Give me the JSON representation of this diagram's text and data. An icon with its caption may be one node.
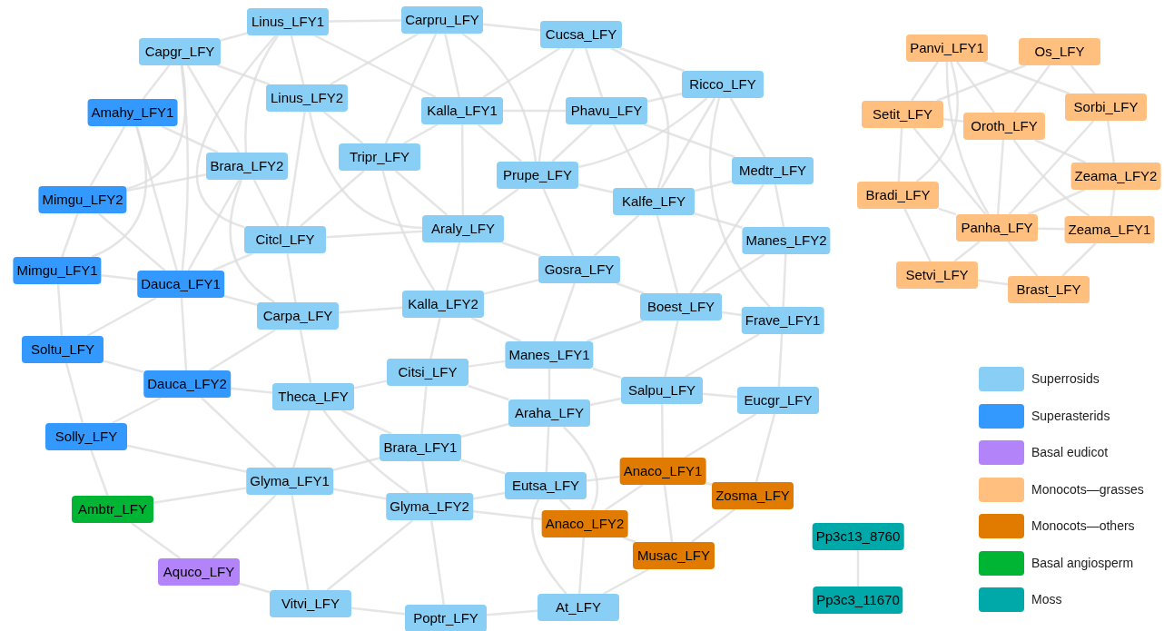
{
  "diagram": {
    "nodes": [
      {
        "text": [
          "Linus_LFY1"
        ]
      },
      {
        "text": [
          "Carpru_LFY"
        ]
      },
      {
        "text": [
          "Cucsa_LFY"
        ]
      },
      {
        "text": [
          "Capgr_LFY"
        ]
      },
      {
        "text": [
          "Ricco_LFY"
        ]
      },
      {
        "text": [
          "Amahy_LFY1"
        ]
      },
      {
        "text": [
          "Linus_LFY2"
        ]
      },
      {
        "text": [
          "Kalla_LFY1"
        ]
      },
      {
        "text": [
          "Phavu_LFY"
        ]
      },
      {
        "text": [
          "Brara_LFY2"
        ]
      },
      {
        "text": [
          "Tripr_LFY"
        ]
      },
      {
        "text": [
          "Prupe_LFY"
        ]
      },
      {
        "text": [
          "Medtr_LFY"
        ]
      },
      {
        "text": [
          "Mimgu_LFY2"
        ]
      },
      {
        "text": [
          "Kalfe_LFY"
        ]
      },
      {
        "text": [
          "Araly_LFY"
        ]
      },
      {
        "text": [
          "Citcl_LFY"
        ]
      },
      {
        "text": [
          "Manes_LFY2"
        ]
      },
      {
        "text": [
          "Mimgu_LFY1"
        ]
      },
      {
        "text": [
          "Dauca_LFY1"
        ]
      },
      {
        "text": [
          "Gosra_LFY"
        ]
      },
      {
        "text": [
          "Kalla_LFY2"
        ]
      },
      {
        "text": [
          "Carpa_LFY"
        ]
      },
      {
        "text": [
          "Boest_LFY"
        ]
      },
      {
        "text": [
          "Frave_LFY1"
        ]
      },
      {
        "text": [
          "Soltu_LFY"
        ]
      },
      {
        "text": [
          "Manes_LFY1"
        ]
      },
      {
        "text": [
          "Citsi_LFY"
        ]
      },
      {
        "text": [
          "Dauca_LFY2"
        ]
      },
      {
        "text": [
          "Theca_LFY"
        ]
      },
      {
        "text": [
          "Salpu_LFY"
        ]
      },
      {
        "text": [
          "Eucgr_LFY"
        ]
      },
      {
        "text": [
          "Araha_LFY"
        ]
      },
      {
        "text": [
          "Solly_LFY"
        ]
      },
      {
        "text": [
          "Brara_LFY1"
        ]
      },
      {
        "text": [
          "Glyma_LFY1"
        ]
      },
      {
        "text": [
          "Anaco_LFY1"
        ]
      },
      {
        "text": [
          "Eutsa_LFY"
        ]
      },
      {
        "text": [
          "Zosma_LFY"
        ]
      },
      {
        "text": [
          "Ambtr_LFY"
        ]
      },
      {
        "text": [
          "Glyma_LFY2"
        ]
      },
      {
        "text": [
          "Anaco_LFY2"
        ]
      },
      {
        "text": [
          "Musac_LFY"
        ]
      },
      {
        "text": [
          "Aquco_LFY"
        ]
      },
      {
        "text": [
          "Vitvi_LFY"
        ]
      },
      {
        "text": [
          "Poptr_LFY"
        ]
      },
      {
        "text": [
          "At_LFY"
        ]
      },
      {
        "text": [
          "Panvi_LFY1"
        ]
      },
      {
        "text": [
          "Os_LFY"
        ]
      },
      {
        "text": [
          "Setit_LFY"
        ]
      },
      {
        "text": [
          "Oroth_LFY"
        ]
      },
      {
        "text": [
          "Sorbi_LFY"
        ]
      },
      {
        "text": [
          "Zeama_LFY2"
        ]
      },
      {
        "text": [
          "Bradi_LFY"
        ]
      },
      {
        "text": [
          "Panha_LFY"
        ]
      },
      {
        "text": [
          "Zeama_LFY1"
        ]
      },
      {
        "text": [
          "Setvi_LFY"
        ]
      },
      {
        "text": [
          "Brast_LFY"
        ]
      },
      {
        "text": [
          "Pp3c13_8760"
        ]
      },
      {
        "text": [
          "Pp3c3_11670"
        ]
      }
    ],
    "edges": [
      {
        "from": 0,
        "to": 3,
        "arrow": "none"
      },
      {
        "from": 0,
        "to": 6,
        "arrow": "none"
      },
      {
        "from": 0,
        "to": 1,
        "arrow": "none"
      },
      {
        "from": 0,
        "to": 7,
        "arrow": "none"
      },
      {
        "from": 0,
        "to": 9,
        "arrow": "none"
      },
      {
        "from": 0,
        "to": 16,
        "arrow": "none"
      },
      {
        "from": 1,
        "to": 2,
        "arrow": "none"
      },
      {
        "from": 1,
        "to": 7,
        "arrow": "none"
      },
      {
        "from": 1,
        "to": 6,
        "arrow": "none"
      },
      {
        "from": 1,
        "to": 10,
        "arrow": "none"
      },
      {
        "from": 1,
        "to": 11,
        "arrow": "none"
      },
      {
        "from": 2,
        "to": 4,
        "arrow": "none"
      },
      {
        "from": 2,
        "to": 8,
        "arrow": "none"
      },
      {
        "from": 2,
        "to": 7,
        "arrow": "none"
      },
      {
        "from": 2,
        "to": 11,
        "arrow": "none"
      },
      {
        "from": 2,
        "to": 14,
        "arrow": "none"
      },
      {
        "from": 3,
        "to": 5,
        "arrow": "none"
      },
      {
        "from": 3,
        "to": 6,
        "arrow": "none"
      },
      {
        "from": 3,
        "to": 9,
        "arrow": "none"
      },
      {
        "from": 3,
        "to": 13,
        "arrow": "none"
      },
      {
        "from": 3,
        "to": 19,
        "arrow": "none"
      },
      {
        "from": 4,
        "to": 8,
        "arrow": "none"
      },
      {
        "from": 4,
        "to": 12,
        "arrow": "none"
      },
      {
        "from": 4,
        "to": 14,
        "arrow": "none"
      },
      {
        "from": 4,
        "to": 11,
        "arrow": "none"
      },
      {
        "from": 4,
        "to": 24,
        "arrow": "none"
      },
      {
        "from": 5,
        "to": 13,
        "arrow": "none"
      },
      {
        "from": 5,
        "to": 9,
        "arrow": "none"
      },
      {
        "from": 5,
        "to": 18,
        "arrow": "none"
      },
      {
        "from": 5,
        "to": 19,
        "arrow": "none"
      },
      {
        "from": 6,
        "to": 10,
        "arrow": "none"
      },
      {
        "from": 6,
        "to": 16,
        "arrow": "none"
      },
      {
        "from": 6,
        "to": 15,
        "arrow": "none"
      },
      {
        "from": 7,
        "to": 10,
        "arrow": "none"
      },
      {
        "from": 7,
        "to": 11,
        "arrow": "none"
      },
      {
        "from": 7,
        "to": 15,
        "arrow": "none"
      },
      {
        "from": 7,
        "to": 8,
        "arrow": "none"
      },
      {
        "from": 8,
        "to": 11,
        "arrow": "none"
      },
      {
        "from": 8,
        "to": 14,
        "arrow": "none"
      },
      {
        "from": 8,
        "to": 12,
        "arrow": "none"
      },
      {
        "from": 9,
        "to": 16,
        "arrow": "none"
      },
      {
        "from": 9,
        "to": 13,
        "arrow": "none"
      },
      {
        "from": 9,
        "to": 19,
        "arrow": "none"
      },
      {
        "from": 9,
        "to": 22,
        "arrow": "none"
      },
      {
        "from": 10,
        "to": 15,
        "arrow": "none"
      },
      {
        "from": 10,
        "to": 16,
        "arrow": "none"
      },
      {
        "from": 10,
        "to": 21,
        "arrow": "none"
      },
      {
        "from": 11,
        "to": 15,
        "arrow": "none"
      },
      {
        "from": 11,
        "to": 20,
        "arrow": "none"
      },
      {
        "from": 11,
        "to": 14,
        "arrow": "none"
      },
      {
        "from": 12,
        "to": 17,
        "arrow": "none"
      },
      {
        "from": 12,
        "to": 14,
        "arrow": "none"
      },
      {
        "from": 12,
        "to": 23,
        "arrow": "none"
      },
      {
        "from": 13,
        "to": 18,
        "arrow": "none"
      },
      {
        "from": 13,
        "to": 19,
        "arrow": "none"
      },
      {
        "from": 14,
        "to": 17,
        "arrow": "none"
      },
      {
        "from": 14,
        "to": 20,
        "arrow": "none"
      },
      {
        "from": 14,
        "to": 23,
        "arrow": "none"
      },
      {
        "from": 15,
        "to": 20,
        "arrow": "none"
      },
      {
        "from": 15,
        "to": 21,
        "arrow": "none"
      },
      {
        "from": 15,
        "to": 16,
        "arrow": "none"
      },
      {
        "from": 16,
        "to": 22,
        "arrow": "none"
      },
      {
        "from": 16,
        "to": 19,
        "arrow": "none"
      },
      {
        "from": 17,
        "to": 24,
        "arrow": "none"
      },
      {
        "from": 17,
        "to": 23,
        "arrow": "none"
      },
      {
        "from": 18,
        "to": 25,
        "arrow": "none"
      },
      {
        "from": 18,
        "to": 19,
        "arrow": "none"
      },
      {
        "from": 19,
        "to": 22,
        "arrow": "none"
      },
      {
        "from": 19,
        "to": 28,
        "arrow": "none"
      },
      {
        "from": 19,
        "to": 25,
        "arrow": "none"
      },
      {
        "from": 20,
        "to": 23,
        "arrow": "none"
      },
      {
        "from": 20,
        "to": 26,
        "arrow": "none"
      },
      {
        "from": 20,
        "to": 21,
        "arrow": "none"
      },
      {
        "from": 21,
        "to": 27,
        "arrow": "none"
      },
      {
        "from": 21,
        "to": 22,
        "arrow": "none"
      },
      {
        "from": 21,
        "to": 26,
        "arrow": "none"
      },
      {
        "from": 22,
        "to": 29,
        "arrow": "none"
      },
      {
        "from": 22,
        "to": 28,
        "arrow": "none"
      },
      {
        "from": 23,
        "to": 24,
        "arrow": "none"
      },
      {
        "from": 23,
        "to": 30,
        "arrow": "none"
      },
      {
        "from": 23,
        "to": 26,
        "arrow": "none"
      },
      {
        "from": 24,
        "to": 31,
        "arrow": "none"
      },
      {
        "from": 24,
        "to": 30,
        "arrow": "none"
      },
      {
        "from": 25,
        "to": 28,
        "arrow": "none"
      },
      {
        "from": 25,
        "to": 33,
        "arrow": "none"
      },
      {
        "from": 26,
        "to": 27,
        "arrow": "none"
      },
      {
        "from": 26,
        "to": 32,
        "arrow": "none"
      },
      {
        "from": 26,
        "to": 30,
        "arrow": "none"
      },
      {
        "from": 27,
        "to": 29,
        "arrow": "none"
      },
      {
        "from": 27,
        "to": 34,
        "arrow": "none"
      },
      {
        "from": 27,
        "to": 32,
        "arrow": "none"
      },
      {
        "from": 28,
        "to": 33,
        "arrow": "none"
      },
      {
        "from": 28,
        "to": 29,
        "arrow": "none"
      },
      {
        "from": 28,
        "to": 35,
        "arrow": "none"
      },
      {
        "from": 29,
        "to": 35,
        "arrow": "none"
      },
      {
        "from": 29,
        "to": 34,
        "arrow": "none"
      },
      {
        "from": 29,
        "to": 40,
        "arrow": "none"
      },
      {
        "from": 30,
        "to": 31,
        "arrow": "none"
      },
      {
        "from": 30,
        "to": 32,
        "arrow": "none"
      },
      {
        "from": 30,
        "to": 36,
        "arrow": "none"
      },
      {
        "from": 31,
        "to": 38,
        "arrow": "none"
      },
      {
        "from": 31,
        "to": 36,
        "arrow": "none"
      },
      {
        "from": 32,
        "to": 37,
        "arrow": "none"
      },
      {
        "from": 32,
        "to": 34,
        "arrow": "none"
      },
      {
        "from": 32,
        "to": 41,
        "arrow": "none"
      },
      {
        "from": 33,
        "to": 39,
        "arrow": "none"
      },
      {
        "from": 33,
        "to": 35,
        "arrow": "none"
      },
      {
        "from": 34,
        "to": 40,
        "arrow": "none"
      },
      {
        "from": 34,
        "to": 37,
        "arrow": "none"
      },
      {
        "from": 34,
        "to": 35,
        "arrow": "none"
      },
      {
        "from": 35,
        "to": 43,
        "arrow": "none"
      },
      {
        "from": 35,
        "to": 44,
        "arrow": "none"
      },
      {
        "from": 35,
        "to": 40,
        "arrow": "none"
      },
      {
        "from": 36,
        "to": 38,
        "arrow": "none"
      },
      {
        "from": 36,
        "to": 41,
        "arrow": "none"
      },
      {
        "from": 36,
        "to": 42,
        "arrow": "none"
      },
      {
        "from": 36,
        "to": 37,
        "arrow": "none"
      },
      {
        "from": 37,
        "to": 41,
        "arrow": "none"
      },
      {
        "from": 37,
        "to": 40,
        "arrow": "none"
      },
      {
        "from": 37,
        "to": 46,
        "arrow": "none"
      },
      {
        "from": 38,
        "to": 42,
        "arrow": "none"
      },
      {
        "from": 39,
        "to": 43,
        "arrow": "none"
      },
      {
        "from": 39,
        "to": 35,
        "arrow": "none"
      },
      {
        "from": 40,
        "to": 45,
        "arrow": "none"
      },
      {
        "from": 40,
        "to": 44,
        "arrow": "none"
      },
      {
        "from": 40,
        "to": 41,
        "arrow": "none"
      },
      {
        "from": 41,
        "to": 42,
        "arrow": "none"
      },
      {
        "from": 41,
        "to": 46,
        "arrow": "none"
      },
      {
        "from": 42,
        "to": 46,
        "arrow": "none"
      },
      {
        "from": 43,
        "to": 44,
        "arrow": "none"
      },
      {
        "from": 44,
        "to": 45,
        "arrow": "none"
      },
      {
        "from": 45,
        "to": 46,
        "arrow": "none"
      },
      {
        "from": 47,
        "to": 50,
        "arrow": "none"
      },
      {
        "from": 47,
        "to": 53,
        "arrow": "none"
      },
      {
        "from": 47,
        "to": 54,
        "arrow": "none"
      },
      {
        "from": 47,
        "to": 49,
        "arrow": "none"
      },
      {
        "from": 47,
        "to": 51,
        "arrow": "none"
      },
      {
        "from": 48,
        "to": 49,
        "arrow": "none"
      },
      {
        "from": 48,
        "to": 50,
        "arrow": "none"
      },
      {
        "from": 48,
        "to": 51,
        "arrow": "none"
      },
      {
        "from": 49,
        "to": 50,
        "arrow": "none"
      },
      {
        "from": 49,
        "to": 53,
        "arrow": "none"
      },
      {
        "from": 49,
        "to": 54,
        "arrow": "none"
      },
      {
        "from": 50,
        "to": 55,
        "arrow": "none"
      },
      {
        "from": 50,
        "to": 54,
        "arrow": "none"
      },
      {
        "from": 50,
        "to": 52,
        "arrow": "none"
      },
      {
        "from": 51,
        "to": 52,
        "arrow": "none"
      },
      {
        "from": 51,
        "to": 54,
        "arrow": "none"
      },
      {
        "from": 52,
        "to": 55,
        "arrow": "none"
      },
      {
        "from": 52,
        "to": 54,
        "arrow": "none"
      },
      {
        "from": 53,
        "to": 54,
        "arrow": "none"
      },
      {
        "from": 53,
        "to": 56,
        "arrow": "none"
      },
      {
        "from": 54,
        "to": 57,
        "arrow": "none"
      },
      {
        "from": 54,
        "to": 56,
        "arrow": "none"
      },
      {
        "from": 55,
        "to": 57,
        "arrow": "none"
      },
      {
        "from": 56,
        "to": 57,
        "arrow": "none"
      },
      {
        "from": 54,
        "to": 55,
        "arrow": "none"
      },
      {
        "from": 58,
        "to": 59,
        "arrow": "none"
      }
    ],
    "legend": [
      {
        "text": "Superrosids",
        "color": "#89cff5"
      },
      {
        "text": "Superasterids",
        "color": "#3399ff"
      },
      {
        "text": "Basal eudicot",
        "color": "#b383fa"
      },
      {
        "text": "Monocots—grasses",
        "color": "#ffbf7f"
      },
      {
        "text": "Monocots—others",
        "color": "#e07b00"
      },
      {
        "text": "Basal angiosperm",
        "color": "#00b533"
      },
      {
        "text": "Moss",
        "color": "#00a9a9"
      }
    ]
  }
}
